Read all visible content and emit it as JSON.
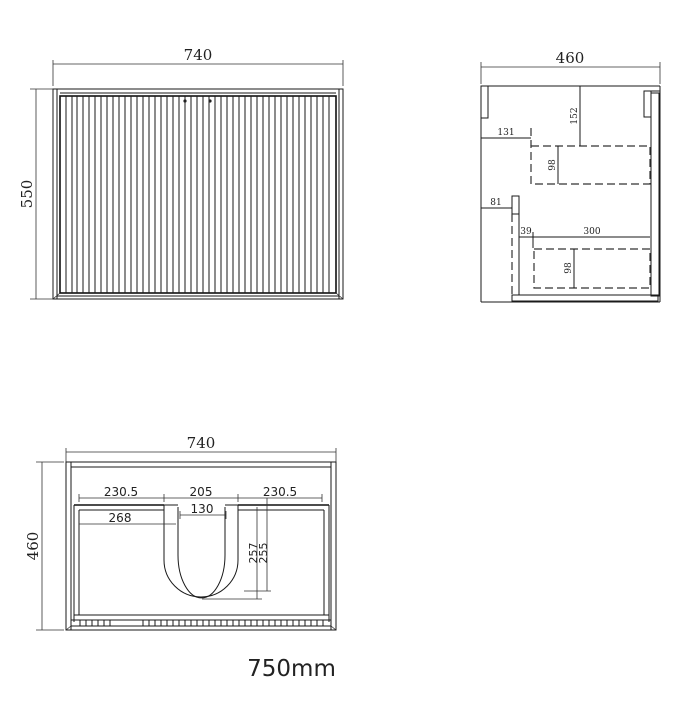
{
  "front_view": {
    "width_label": "740",
    "height_label": "550",
    "slat_count": 40
  },
  "side_view": {
    "depth_label": "460",
    "dims": {
      "top_drawer_offset": "152",
      "top_drawer_inset": "131",
      "top_drawer_height": "98",
      "panel_inset": "81",
      "bottom_drawer_gap": "39",
      "bottom_drawer_length": "300",
      "bottom_drawer_height": "98"
    }
  },
  "plan_view": {
    "width_label": "740",
    "depth_label": "460",
    "dims": {
      "left_segment": "230.5",
      "center_segment": "205",
      "right_segment": "230.5",
      "cutout_inner": "130",
      "left_to_cutout": "268",
      "cutout_depth_a": "257",
      "cutout_depth_b": "255"
    }
  },
  "caption": "750mm"
}
